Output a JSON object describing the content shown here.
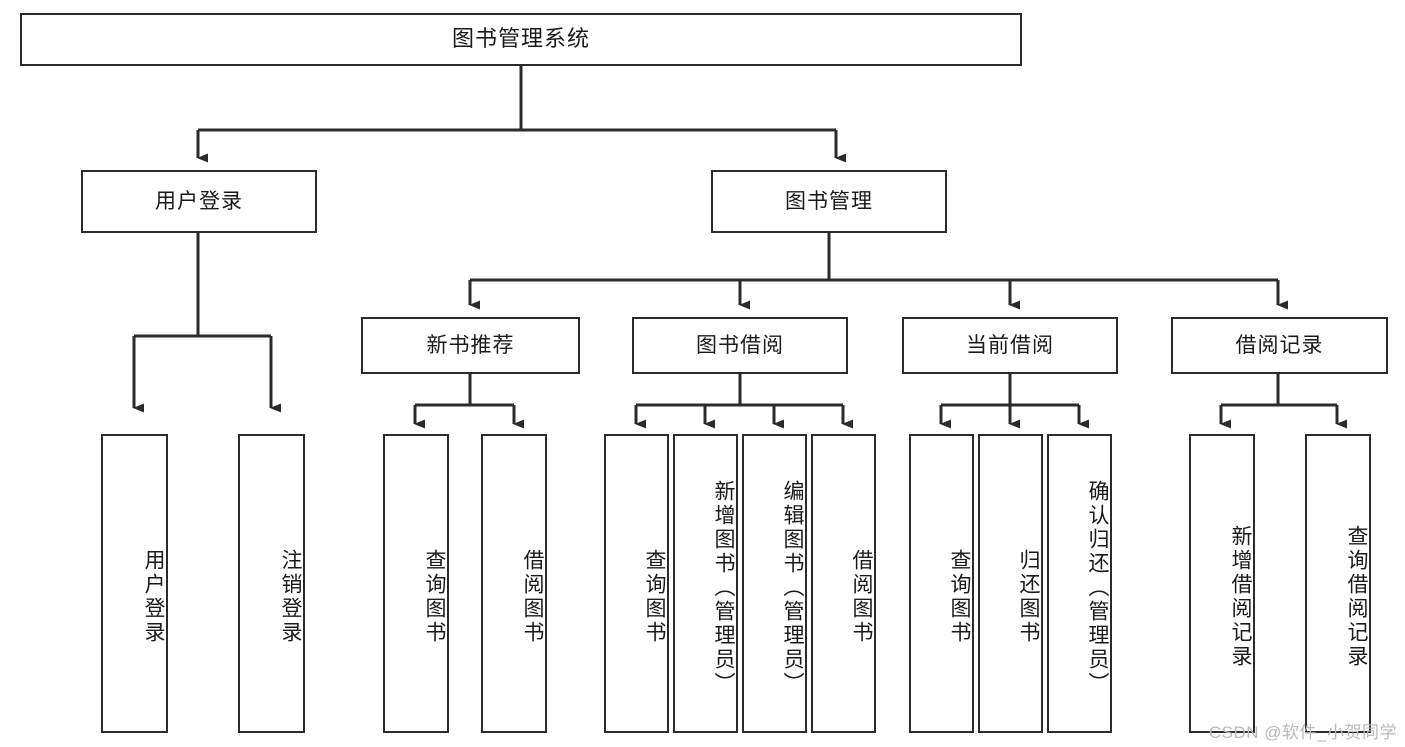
{
  "diagram": {
    "title": "图书管理系统",
    "type": "tree",
    "root": {
      "label": "图书管理系统"
    },
    "level2": [
      {
        "id": "user-login",
        "label": "用户登录"
      },
      {
        "id": "book-manage",
        "label": "图书管理"
      }
    ],
    "level3": [
      {
        "id": "new-book-recommend",
        "label": "新书推荐",
        "parent": "book-manage"
      },
      {
        "id": "book-borrow",
        "label": "图书借阅",
        "parent": "book-manage"
      },
      {
        "id": "current-borrow",
        "label": "当前借阅",
        "parent": "book-manage"
      },
      {
        "id": "borrow-record",
        "label": "借阅记录",
        "parent": "book-manage"
      }
    ],
    "leaves": [
      {
        "id": "leaf-user-login",
        "label": "用户登录",
        "parent": "user-login"
      },
      {
        "id": "leaf-logout",
        "label": "注销登录",
        "parent": "user-login"
      },
      {
        "id": "leaf-query-book-1",
        "label": "查询图书",
        "parent": "new-book-recommend"
      },
      {
        "id": "leaf-borrow-book-1",
        "label": "借阅图书",
        "parent": "new-book-recommend"
      },
      {
        "id": "leaf-query-book-2",
        "label": "查询图书",
        "parent": "book-borrow"
      },
      {
        "id": "leaf-add-book",
        "label": "新增图书（管理员）",
        "parent": "book-borrow"
      },
      {
        "id": "leaf-edit-book",
        "label": "编辑图书（管理员）",
        "parent": "book-borrow"
      },
      {
        "id": "leaf-borrow-book-2",
        "label": "借阅图书",
        "parent": "book-borrow"
      },
      {
        "id": "leaf-query-book-3",
        "label": "查询图书",
        "parent": "current-borrow"
      },
      {
        "id": "leaf-return-book",
        "label": "归还图书",
        "parent": "current-borrow"
      },
      {
        "id": "leaf-confirm-return",
        "label": "确认归还（管理员）",
        "parent": "current-borrow"
      },
      {
        "id": "leaf-add-record",
        "label": "新增借阅记录",
        "parent": "borrow-record"
      },
      {
        "id": "leaf-query-record",
        "label": "查询借阅记录",
        "parent": "borrow-record"
      }
    ],
    "colors": {
      "stroke": "#2b2b2b",
      "fill": "#ffffff",
      "text": "#1a1a1a",
      "watermark": "#b9b9b9"
    }
  },
  "watermark": {
    "text": "CSDN @软件_小贺同学"
  }
}
